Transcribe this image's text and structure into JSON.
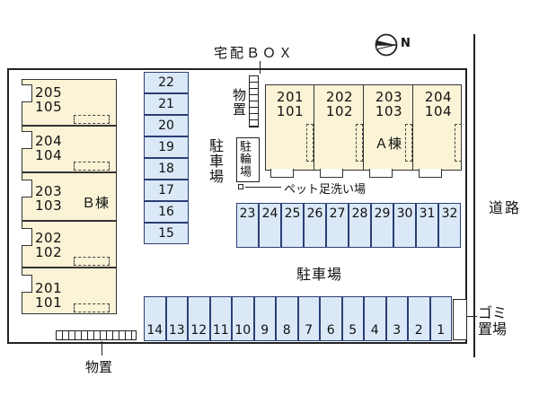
{
  "compass": {
    "label": "N"
  },
  "labels": {
    "delivery_box": "宅配ＢＯＸ",
    "storage_top": "物置",
    "storage_bottom": "物置",
    "parking_vertical": "駐車場",
    "bicycle_parking": "駐輪場",
    "pet_wash": "ペット足洗い場",
    "parking_center": "駐車場",
    "road": "道路",
    "garbage": "ゴミ置場"
  },
  "building_a": {
    "name": "Ａ棟",
    "units": [
      {
        "upper": "201",
        "lower": "101"
      },
      {
        "upper": "202",
        "lower": "102"
      },
      {
        "upper": "203",
        "lower": "103"
      },
      {
        "upper": "204",
        "lower": "104"
      }
    ]
  },
  "building_b": {
    "name": "Ｂ棟",
    "units": [
      {
        "upper": "205",
        "lower": "105"
      },
      {
        "upper": "204",
        "lower": "104"
      },
      {
        "upper": "203",
        "lower": "103"
      },
      {
        "upper": "202",
        "lower": "102"
      },
      {
        "upper": "201",
        "lower": "101"
      }
    ]
  },
  "parking": {
    "left_column": [
      "22",
      "21",
      "20",
      "19",
      "18",
      "17",
      "16",
      "15"
    ],
    "middle_row": [
      "23",
      "24",
      "25",
      "26",
      "27",
      "28",
      "29",
      "30",
      "31",
      "32"
    ],
    "bottom_row": [
      "14",
      "13",
      "12",
      "11",
      "10",
      "9",
      "8",
      "7",
      "6",
      "5",
      "4",
      "3",
      "2",
      "1"
    ]
  },
  "colors": {
    "building_fill": "#fbf3d6",
    "parking_fill": "#dbe8f7",
    "parking_border": "#2a3f75"
  }
}
